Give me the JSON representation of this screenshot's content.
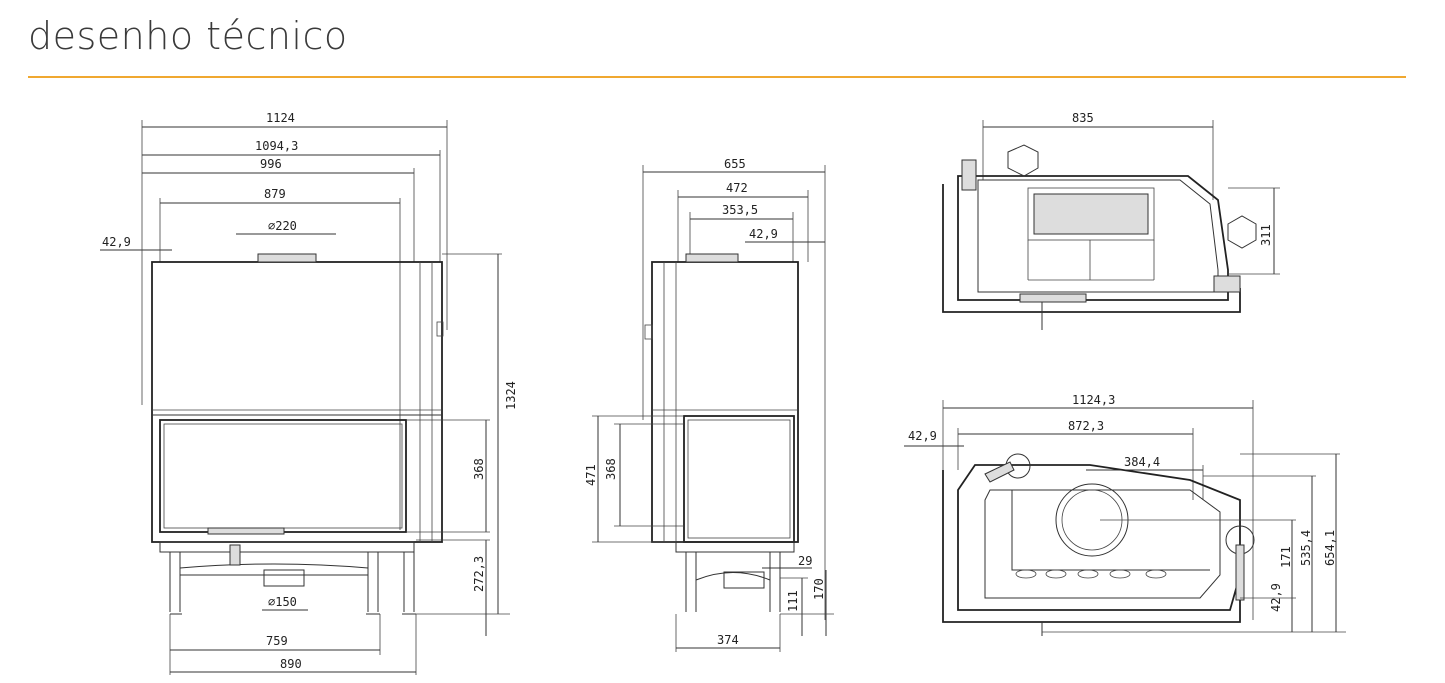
{
  "title": "desenho técnico",
  "accent_color": "#f0a830",
  "front": {
    "w1124": "1124",
    "w1094": "1094,3",
    "w996": "996",
    "w879": "879",
    "flue_top": "∅220",
    "offset": "42,9",
    "h1324": "1324",
    "h368": "368",
    "h272": "272,3",
    "flue_bottom": "∅150",
    "w759": "759",
    "w890": "890"
  },
  "side": {
    "w655": "655",
    "w472": "472",
    "w353": "353,5",
    "offset": "42,9",
    "h471": "471",
    "h368": "368",
    "d29": "29",
    "h111": "111",
    "h170": "170",
    "w374": "374"
  },
  "top_view": {
    "w835": "835",
    "h311": "311"
  },
  "plan_view": {
    "w1124": "1124,3",
    "w872": "872,3",
    "w384": "384,4",
    "offset": "42,9",
    "h171": "171",
    "h535": "535,4",
    "h654": "654,1",
    "h42": "42,9"
  }
}
